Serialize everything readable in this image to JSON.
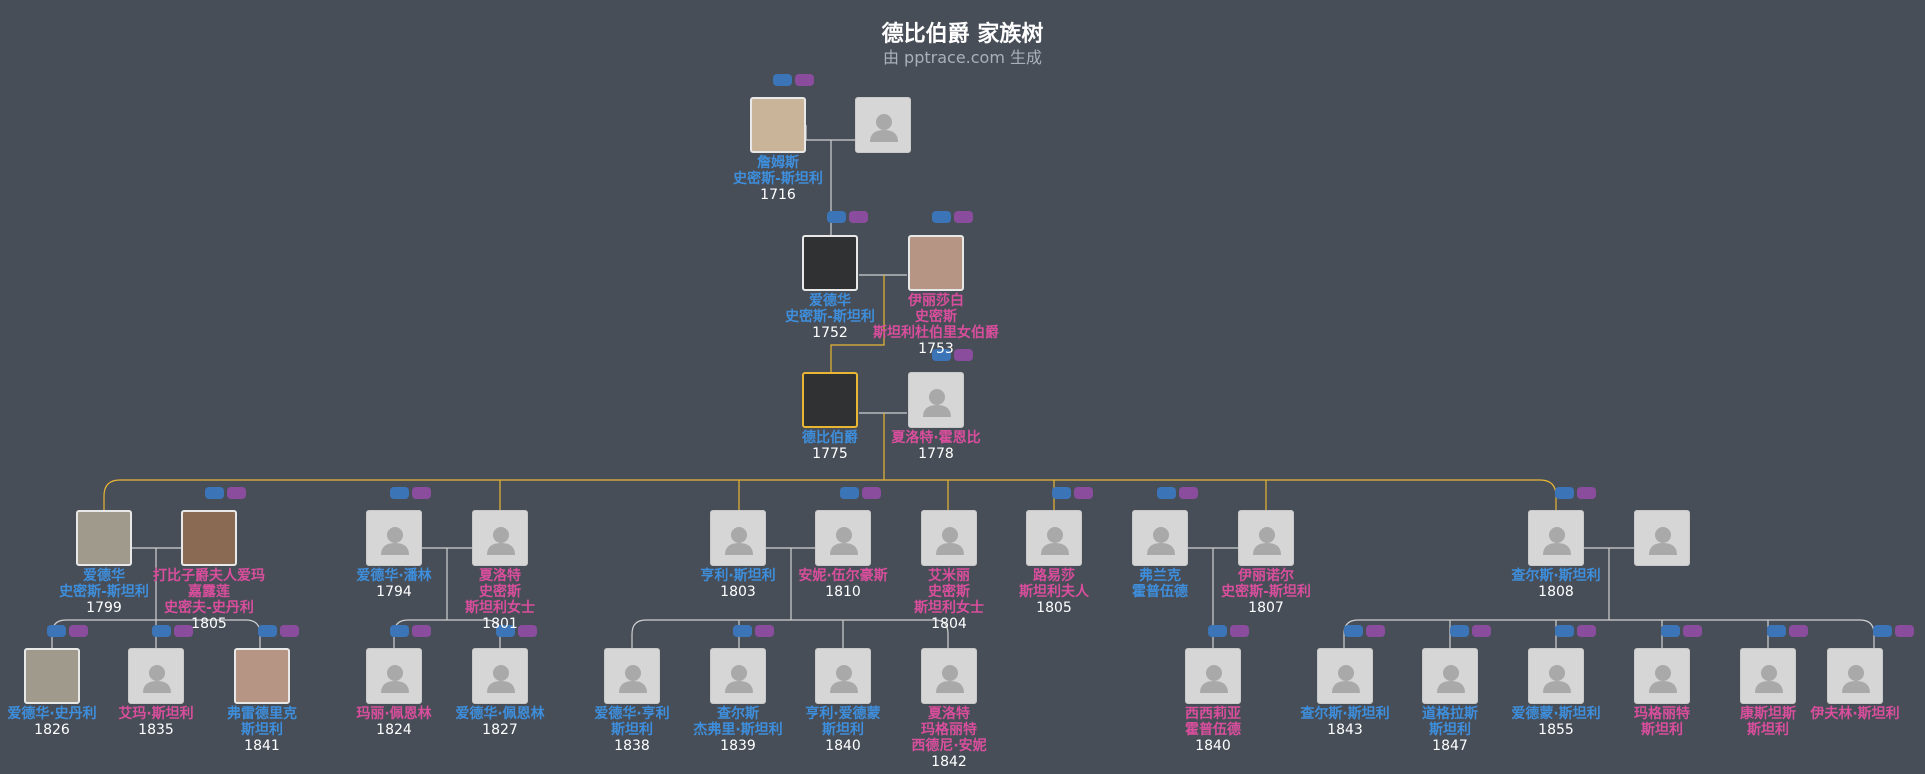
{
  "header": {
    "title": "德比伯爵 家族树",
    "subtitle": "由 pptrace.com 生成"
  },
  "colors": {
    "background": "#474e58",
    "male_name": "#3e8edc",
    "female_name": "#d84e9c",
    "highlight_line": "#e9b634",
    "line": "#d0d0d0",
    "tag_blue": "#3c74b8",
    "tag_purple": "#8a4d9e"
  },
  "people": {
    "james": {
      "name": "詹姆斯\n史密斯-斯坦利",
      "year": "1716",
      "gender": "male",
      "photo": "portrait"
    },
    "james_spouse": {
      "name": "",
      "year": "",
      "gender": "unknown",
      "photo": "none"
    },
    "edward1752": {
      "name": "爱德华\n史密斯-斯坦利",
      "year": "1752",
      "gender": "male",
      "photo": "dark"
    },
    "elizabeth": {
      "name": "伊丽莎白\n史密斯\n斯坦利杜伯里女伯爵",
      "year": "1753",
      "gender": "female",
      "photo": "pink"
    },
    "earl": {
      "name": "德比伯爵",
      "year": "1775",
      "gender": "male",
      "photo": "dark"
    },
    "charlotte": {
      "name": "夏洛特·霍恩比",
      "year": "1778",
      "gender": "female",
      "photo": "none"
    },
    "edward1799": {
      "name": "爱德华\n史密斯-斯坦利",
      "year": "1799",
      "gender": "male",
      "photo": "grey"
    },
    "emma": {
      "name": "打比子爵夫人爱玛\n嘉露莲\n史密夫-史丹利",
      "year": "1805",
      "gender": "female",
      "photo": "rust"
    },
    "edward_penrhyn": {
      "name": "爱德华·潘林",
      "year": "1794",
      "gender": "male",
      "photo": "none"
    },
    "charlotte1801": {
      "name": "夏洛特\n史密斯\n斯坦利女士",
      "year": "1801",
      "gender": "female",
      "photo": "none"
    },
    "henry1803": {
      "name": "亨利·斯坦利",
      "year": "1803",
      "gender": "male",
      "photo": "none"
    },
    "anne": {
      "name": "安妮·伍尔豪斯",
      "year": "1810",
      "gender": "female",
      "photo": "none"
    },
    "emily": {
      "name": "艾米丽\n史密斯\n斯坦利女士",
      "year": "1804",
      "gender": "female",
      "photo": "none"
    },
    "louisa": {
      "name": "路易莎\n斯坦利夫人",
      "year": "1805",
      "gender": "female",
      "photo": "none"
    },
    "frank": {
      "name": "弗兰克\n霍普伍德",
      "year": "",
      "gender": "male",
      "photo": "none"
    },
    "eleanor": {
      "name": "伊丽诺尔\n史密斯-斯坦利",
      "year": "1807",
      "gender": "female",
      "photo": "none"
    },
    "charles1808": {
      "name": "查尔斯·斯坦利",
      "year": "1808",
      "gender": "male",
      "photo": "none"
    },
    "charles_spouse": {
      "name": "",
      "year": "",
      "gender": "unknown",
      "photo": "none"
    },
    "edward_stanley1826": {
      "name": "爱德华·史丹利",
      "year": "1826",
      "gender": "male",
      "photo": "grey"
    },
    "emma1835": {
      "name": "艾玛·斯坦利",
      "year": "1835",
      "gender": "female",
      "photo": "none"
    },
    "frederick": {
      "name": "弗雷德里克\n斯坦利",
      "year": "1841",
      "gender": "male",
      "photo": "pink"
    },
    "mary": {
      "name": "玛丽·佩恩林",
      "year": "1824",
      "gender": "female",
      "photo": "none"
    },
    "edward_penrhyn1827": {
      "name": "爱德华·佩恩林",
      "year": "1827",
      "gender": "male",
      "photo": "none"
    },
    "edward1838": {
      "name": "爱德华·亨利\n斯坦利",
      "year": "1838",
      "gender": "male",
      "photo": "none"
    },
    "charles1839": {
      "name": "查尔斯\n杰弗里·斯坦利",
      "year": "1839",
      "gender": "male",
      "photo": "none"
    },
    "henry1840": {
      "name": "亨利·爱德蒙\n斯坦利",
      "year": "1840",
      "gender": "male",
      "photo": "none"
    },
    "charlotte1842": {
      "name": "夏洛特\n玛格丽特\n西德尼·安妮",
      "year": "1842",
      "gender": "female",
      "photo": "none"
    },
    "cecilia": {
      "name": "西西莉亚\n霍普伍德",
      "year": "1840",
      "gender": "female",
      "photo": "none"
    },
    "charles1843": {
      "name": "查尔斯·斯坦利",
      "year": "1843",
      "gender": "male",
      "photo": "none"
    },
    "douglas": {
      "name": "道格拉斯\n斯坦利",
      "year": "1847",
      "gender": "male",
      "photo": "none"
    },
    "edmund": {
      "name": "爱德蒙·斯坦利",
      "year": "1855",
      "gender": "male",
      "photo": "none"
    },
    "margaret": {
      "name": "玛格丽特\n斯坦利",
      "year": "",
      "gender": "female",
      "photo": "none"
    },
    "constance": {
      "name": "康斯坦斯\n斯坦利",
      "year": "",
      "gender": "female",
      "photo": "none"
    },
    "evelyn": {
      "name": "伊夫林·斯坦利",
      "year": "",
      "gender": "female",
      "photo": "none"
    }
  }
}
